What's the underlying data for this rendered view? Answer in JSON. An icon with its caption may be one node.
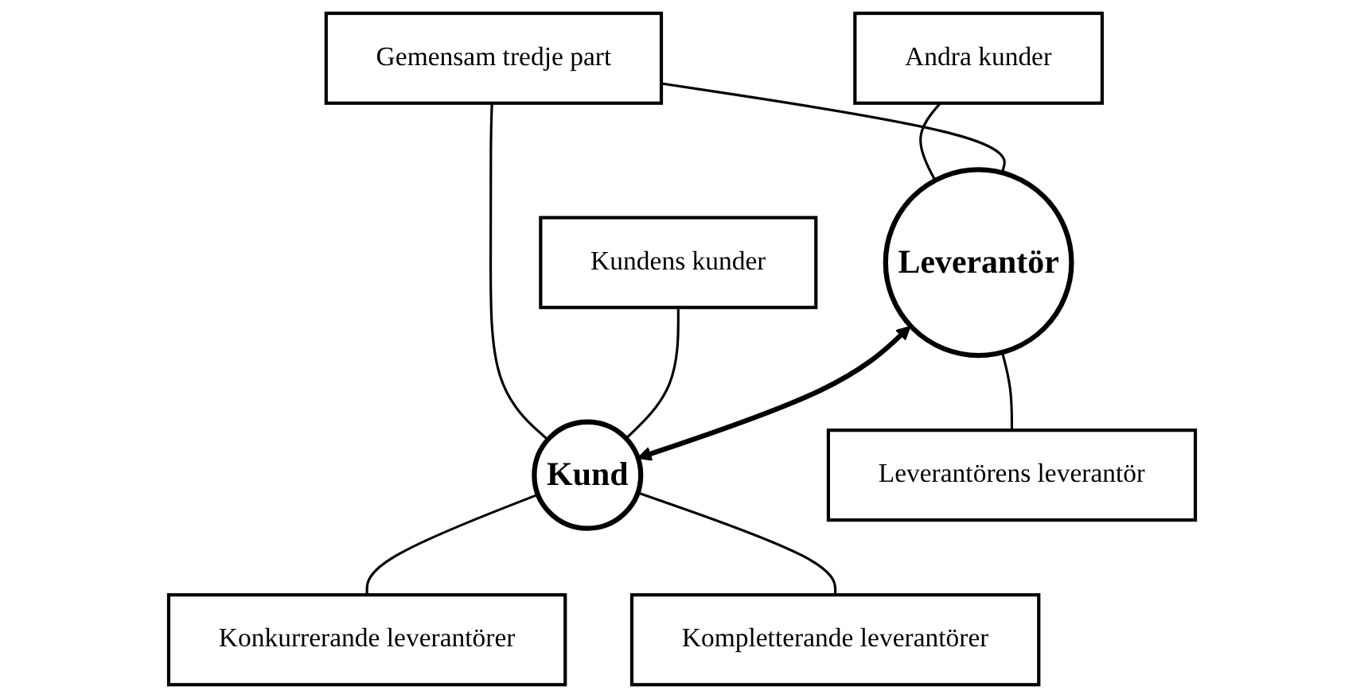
{
  "diagram": {
    "nodes": [
      {
        "text": [
          "Gemensam tredje part"
        ]
      },
      {
        "text": [
          "Andra kunder"
        ]
      },
      {
        "text": [
          "Kundens kunder"
        ]
      },
      {
        "text": [
          "Leverantör"
        ]
      },
      {
        "text": [
          "Kund"
        ]
      },
      {
        "text": [
          "Leverantörens leverantör"
        ]
      },
      {
        "text": [
          "Konkurrerande leverantörer"
        ]
      },
      {
        "text": [
          "Kompletterande leverantörer"
        ]
      }
    ],
    "edges": [
      {
        "from": 1,
        "to": 3,
        "arrow": "none"
      },
      {
        "from": 0,
        "to": 3,
        "arrow": "none"
      },
      {
        "from": 0,
        "to": 4,
        "arrow": "none"
      },
      {
        "from": 2,
        "to": 4,
        "arrow": "none"
      },
      {
        "from": 3,
        "to": 4,
        "arrow": "both",
        "style": "thick"
      },
      {
        "from": 3,
        "to": 5,
        "arrow": "none"
      },
      {
        "from": 4,
        "to": 6,
        "arrow": "none"
      },
      {
        "from": 4,
        "to": 7,
        "arrow": "none"
      }
    ]
  }
}
